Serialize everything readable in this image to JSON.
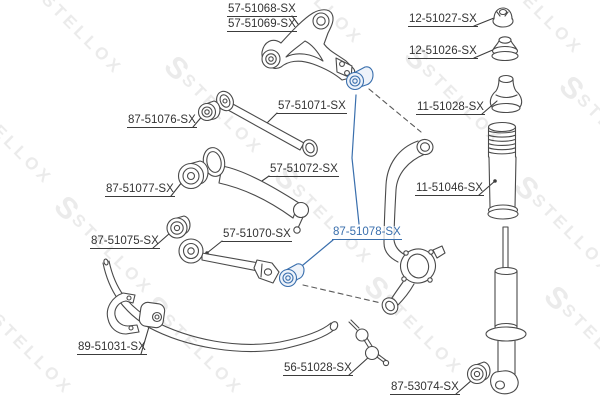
{
  "watermark": {
    "logo": "S",
    "text": "STELLOX"
  },
  "diagram": {
    "highlighted_part": "87-51078-SX",
    "accent_color": "#3a6fad",
    "line_color": "#4a4a4a",
    "labels": {
      "n5751068": "57-51068-SX",
      "n5751069": "57-51069-SX",
      "n1251027": "12-51027-SX",
      "n1251026": "12-51026-SX",
      "n1151028": "11-51028-SX",
      "n8751076": "87-51076-SX",
      "n5751071": "57-51071-SX",
      "n1151046": "11-51046-SX",
      "n5751072": "57-51072-SX",
      "n8751077": "87-51077-SX",
      "n8751075": "87-51075-SX",
      "n5751070": "57-51070-SX",
      "n8751078": "87-51078-SX",
      "n8951031": "89-51031-SX",
      "n5651028": "56-51028-SX",
      "n8753074": "87-53074-SX"
    }
  }
}
